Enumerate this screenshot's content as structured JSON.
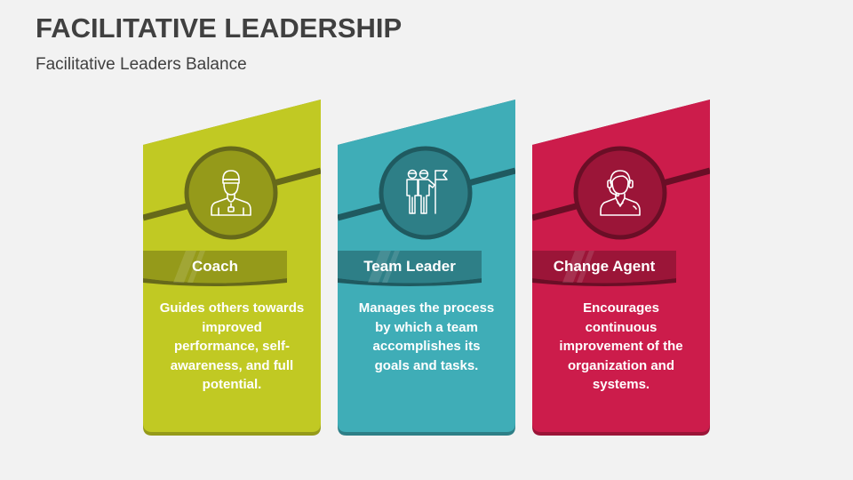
{
  "header": {
    "title": "FACILITATIVE LEADERSHIP",
    "subtitle": "Facilitative Leaders Balance"
  },
  "cards": [
    {
      "label": "Coach",
      "description": "Guides others towards improved performance, self-awareness, and full potential.",
      "icon": "coach-icon",
      "colors": {
        "main": "#c1c923",
        "dark": "#959a1a",
        "line": "#66691a",
        "shadow": "#959a1a"
      }
    },
    {
      "label": "Team Leader",
      "description": "Manages the process by which a team accomplishes its goals and tasks.",
      "icon": "team-leader-icon",
      "colors": {
        "main": "#3fadb7",
        "dark": "#2e7f87",
        "line": "#1f5a60",
        "shadow": "#2e7f87"
      }
    },
    {
      "label": "Change Agent",
      "description": "Encourages continuous improvement of the organization and systems.",
      "icon": "headset-agent-icon",
      "colors": {
        "main": "#cc1c4b",
        "dark": "#9b1538",
        "line": "#6a0e26",
        "shadow": "#9b1538"
      }
    }
  ]
}
